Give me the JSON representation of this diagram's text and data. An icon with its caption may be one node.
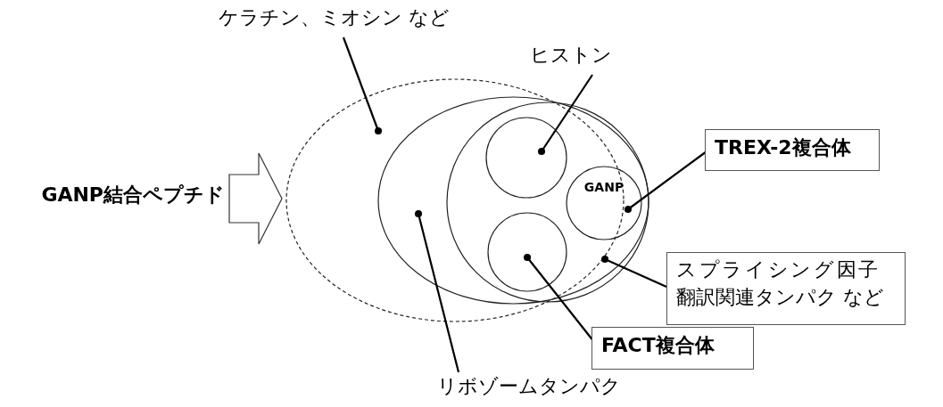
{
  "diagram": {
    "nodes": [
      {
        "text": [
          "GANP結合ペプチド"
        ]
      },
      {
        "text": [],
        "shape": "ellipse"
      },
      {
        "text": [],
        "shape": "ellipse"
      },
      {
        "text": [],
        "shape": "ellipse",
        "in": 2
      },
      {
        "text": [],
        "shape": "circle",
        "in": 3
      },
      {
        "text": [
          "GANP"
        ],
        "in": 3
      },
      {
        "text": [],
        "shape": "circle",
        "in": 3
      },
      {
        "text": [
          "ケラチン、ミオシン など"
        ]
      },
      {
        "text": [
          "ヒストン"
        ]
      },
      {
        "text": [
          "TREX-2複合体"
        ]
      },
      {
        "text": [
          "スプライシング因子翻訳関連タンパク など"
        ]
      },
      {
        "text": [
          "FACT複合体"
        ]
      },
      {
        "text": [
          "リボゾームタンパク"
        ]
      }
    ],
    "edges": [
      {
        "from": 0,
        "to": 1,
        "arrow": "to"
      },
      {
        "from": 7,
        "to": 1,
        "arrow": "other"
      },
      {
        "from": 8,
        "to": 4,
        "arrow": "other"
      },
      {
        "from": 9,
        "to": 5,
        "arrow": "other"
      },
      {
        "from": 10,
        "to": 3,
        "arrow": "other"
      },
      {
        "from": 11,
        "to": 6,
        "arrow": "other"
      },
      {
        "from": 12,
        "to": 2,
        "arrow": "other"
      }
    ]
  }
}
